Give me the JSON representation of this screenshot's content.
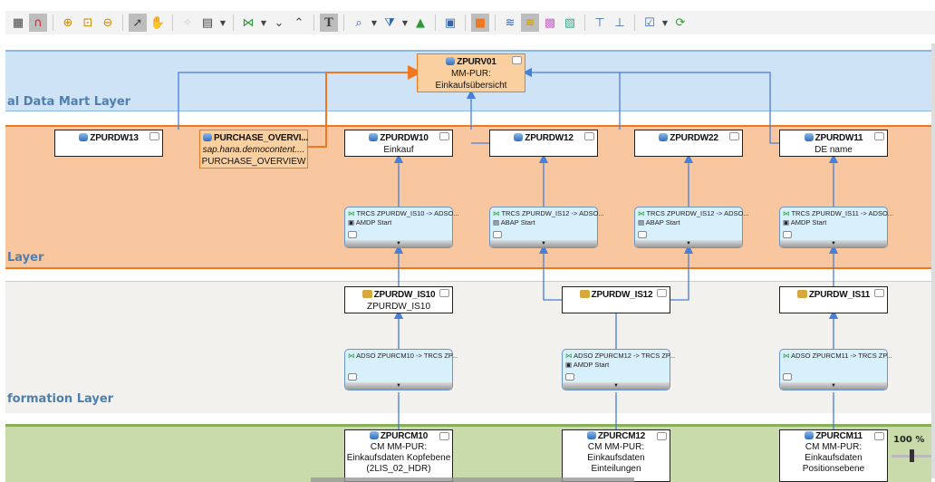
{
  "toolbar": {
    "icons": [
      "grid-icon",
      "magnet-icon",
      "zoom-in-icon",
      "zoom-fit-icon",
      "zoom-out-icon",
      "pointer-icon",
      "hand-icon",
      "wand-icon",
      "layout-icon",
      "transformation-icon",
      "collapse-icon",
      "expand-icon",
      "text-icon",
      "search-icon",
      "filter-icon",
      "tree-icon",
      "package-icon",
      "highlight-icon",
      "layers-icon",
      "colors-icon",
      "map-icon",
      "hierarchy-icon",
      "org-icon",
      "activate-icon",
      "refresh-icon"
    ]
  },
  "layers": [
    {
      "label": "al Data Mart Layer",
      "color": "#cfe3f7"
    },
    {
      "label": "Layer",
      "color": "#f8c7a0"
    },
    {
      "label": "formation Layer",
      "color": "#f2f1ee"
    },
    {
      "label": "",
      "color": "#c9dbaa"
    }
  ],
  "nodes": {
    "zpurv01": {
      "title": "ZPURV01",
      "l1": "MM-PUR:",
      "l2": "Einkaufsübersicht"
    },
    "zpurdw13": {
      "title": "ZPURDW13"
    },
    "purchase": {
      "title": "PURCHASE_OVERVI...",
      "l1": "sap.hana.democontent....",
      "l2": "PURCHASE_OVERVIEW"
    },
    "zpurdw10": {
      "title": "ZPURDW10",
      "l1": "Einkauf"
    },
    "zpurdw12": {
      "title": "ZPURDW12"
    },
    "zpurdw22": {
      "title": "ZPURDW22"
    },
    "zpurdw11": {
      "title": "ZPURDW11",
      "l1": "DE name"
    },
    "is10": {
      "title": "ZPURDW_IS10",
      "l1": "ZPURDW_IS10"
    },
    "is12": {
      "title": "ZPURDW_IS12"
    },
    "is11": {
      "title": "ZPURDW_IS11"
    },
    "cm10": {
      "title": "ZPURCM10",
      "l1": "CM MM-PUR:",
      "l2": "Einkaufsdaten Kopfebene",
      "l3": "(2LIS_02_HDR)"
    },
    "cm12": {
      "title": "ZPURCM12",
      "l1": "CM MM-PUR:",
      "l2": "Einkaufsdaten",
      "l3": "Einteilungen"
    },
    "cm11": {
      "title": "ZPURCM11",
      "l1": "CM MM-PUR:",
      "l2": "Einkaufsdaten",
      "l3": "Positionsebene"
    }
  },
  "transformations": [
    {
      "name": "TRCS ZPURDW_IS10 -> ADSO...",
      "start": "AMDP Start"
    },
    {
      "name": "TRCS ZPURDW_IS12 -> ADSO...",
      "start": "ABAP Start"
    },
    {
      "name": "TRCS ZPURDW_IS12 -> ADSO...",
      "start": "ABAP Start"
    },
    {
      "name": "TRCS ZPURDW_IS11 -> ADSO...",
      "start": "AMDP Start"
    },
    {
      "name": "ADSO ZPURCM10 -> TRCS ZP...",
      "start": ""
    },
    {
      "name": "ADSO ZPURCM12 -> TRCS ZP...",
      "start": "AMDP Start"
    },
    {
      "name": "ADSO ZPURCM11 -> TRCS ZP...",
      "start": ""
    }
  ],
  "zoom": {
    "label": "100 %",
    "value": 100
  },
  "colors": {
    "link": "#4a7fd8",
    "highlight": "#f07820"
  }
}
